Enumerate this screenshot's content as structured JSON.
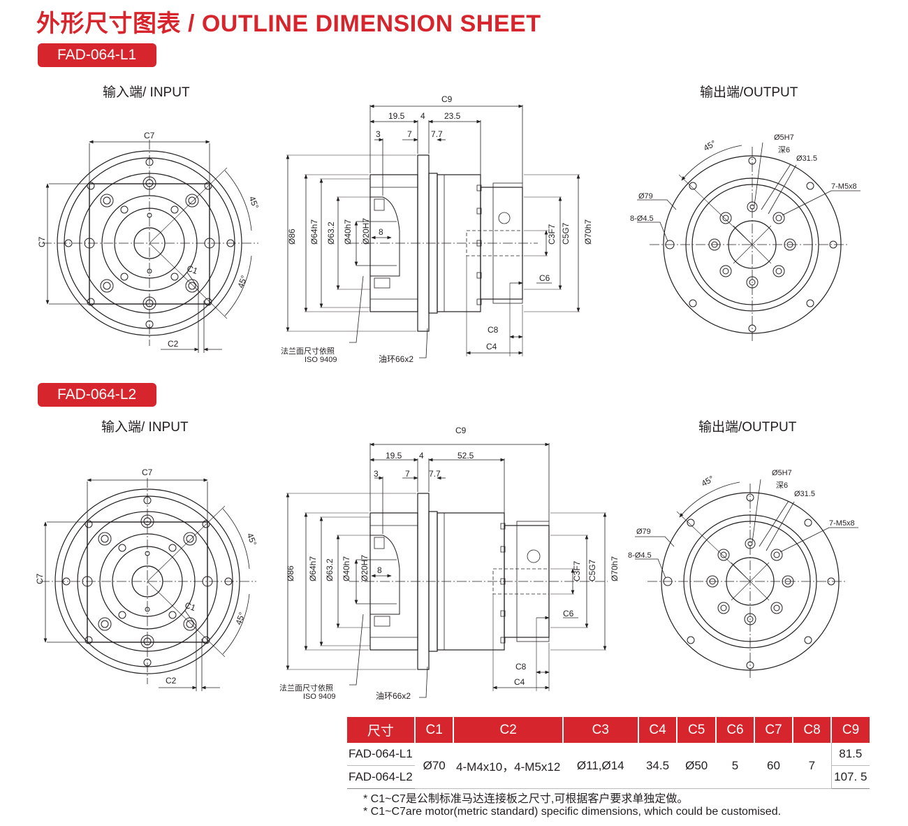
{
  "page": {
    "title": "外形尺寸图表 / OUTLINE DIMENSION SHEET",
    "accent_color": "#d6252c"
  },
  "models": [
    {
      "badge": "FAD-064-L1",
      "input_label": "输入端/ INPUT",
      "output_label": "输出端/OUTPUT",
      "dim_a": "19.5",
      "dim_b": "4",
      "dim_c": "23.5"
    },
    {
      "badge": "FAD-064-L2",
      "input_label": "输入端/ INPUT",
      "output_label": "输出端/OUTPUT",
      "dim_a": "19.5",
      "dim_b": "4",
      "dim_c": "52.5"
    }
  ],
  "dims": {
    "c1": "C1",
    "c2": "C2",
    "c3f7": "C3F7",
    "c4": "C4",
    "c5g7": "C5G7",
    "c6": "C6",
    "c7": "C7",
    "c8": "C8",
    "c9": "C9",
    "angle": "45°",
    "d3": "3",
    "d7": "7",
    "d77": "7.7",
    "d8": "8",
    "phi86": "Ø86",
    "phi64": "Ø64h7",
    "phi632": "Ø63.2",
    "phi40": "Ø40h7",
    "phi20": "Ø20H7",
    "phi70": "Ø70h7",
    "flange_note_1": "法兰面尺寸依照",
    "flange_note_2": "ISO 9409",
    "oil_ring": "油环66x2",
    "phi5": "Ø5H7",
    "depth6": "深6",
    "phi315": "Ø31.5",
    "m5": "7-M5x8",
    "phi79": "Ø79",
    "holes": "8-Ø4.5"
  },
  "table": {
    "headers": [
      "尺寸",
      "C1",
      "C2",
      "C3",
      "C4",
      "C5",
      "C6",
      "C7",
      "C8",
      "C9"
    ],
    "rows": [
      {
        "model": "FAD-064-L1",
        "c9": "81.5"
      },
      {
        "model": "FAD-064-L2",
        "c9": "107. 5"
      }
    ],
    "shared": {
      "c1": "Ø70",
      "c2": "4-M4x10，4-M5x12",
      "c3": "Ø11,Ø14",
      "c4": "34.5",
      "c5": "Ø50",
      "c6": "5",
      "c7": "60",
      "c8": "7"
    }
  },
  "notes": [
    "* C1~C7是公制标准马达连接板之尺寸,可根据客户要求单独定做。",
    "* C1~C7are motor(metric standard)  specific dimensions, which could be customised."
  ]
}
